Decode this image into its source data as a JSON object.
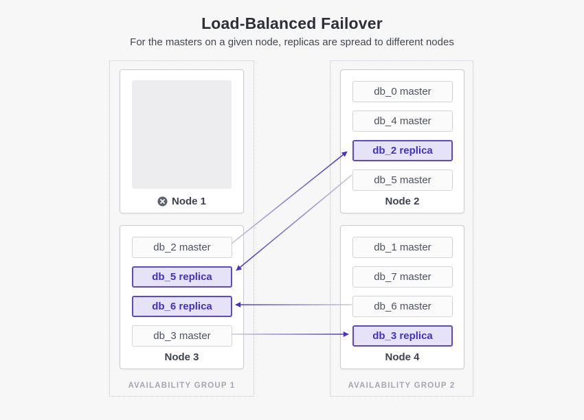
{
  "header": {
    "title": "Load-Balanced Failover",
    "subtitle": "For the masters on a given node, replicas are spread to different nodes"
  },
  "groups": [
    {
      "label": "AVAILABILITY GROUP 1",
      "nodes": [
        {
          "name": "Node 1",
          "status": "failed",
          "slots": []
        },
        {
          "name": "Node 3",
          "status": "healthy",
          "slots": [
            {
              "label": "db_2 master",
              "type": "master"
            },
            {
              "label": "db_5 replica",
              "type": "replica"
            },
            {
              "label": "db_6 replica",
              "type": "replica"
            },
            {
              "label": "db_3 master",
              "type": "master"
            }
          ]
        }
      ]
    },
    {
      "label": "AVAILABILITY GROUP 2",
      "nodes": [
        {
          "name": "Node 2",
          "status": "healthy",
          "slots": [
            {
              "label": "db_0 master",
              "type": "master"
            },
            {
              "label": "db_4 master",
              "type": "master"
            },
            {
              "label": "db_2 replica",
              "type": "replica"
            },
            {
              "label": "db_5 master",
              "type": "master"
            }
          ]
        },
        {
          "name": "Node 4",
          "status": "healthy",
          "slots": [
            {
              "label": "db_1 master",
              "type": "master"
            },
            {
              "label": "db_7 master",
              "type": "master"
            },
            {
              "label": "db_6 master",
              "type": "master"
            },
            {
              "label": "db_3 replica",
              "type": "replica"
            }
          ]
        }
      ]
    }
  ],
  "arrows": [
    {
      "from": "db_2 master (Node 3)",
      "to": "db_2 replica (Node 2)"
    },
    {
      "from": "db_5 master (Node 2)",
      "to": "db_5 replica (Node 3)"
    },
    {
      "from": "db_6 master (Node 4)",
      "to": "db_6 replica (Node 3)"
    },
    {
      "from": "db_3 master (Node 3)",
      "to": "db_3 replica (Node 4)"
    }
  ],
  "icons": {
    "failed_node": "x-circle-icon"
  },
  "colors": {
    "accent": "#4632c8",
    "arrow_light_end": "#c9c8da",
    "replica_bg": "#e6e2f7",
    "replica_border": "#5a49cb",
    "replica_text": "#4330ca",
    "master_text": "#4d525f",
    "page_bg": "#f7f7f8"
  }
}
